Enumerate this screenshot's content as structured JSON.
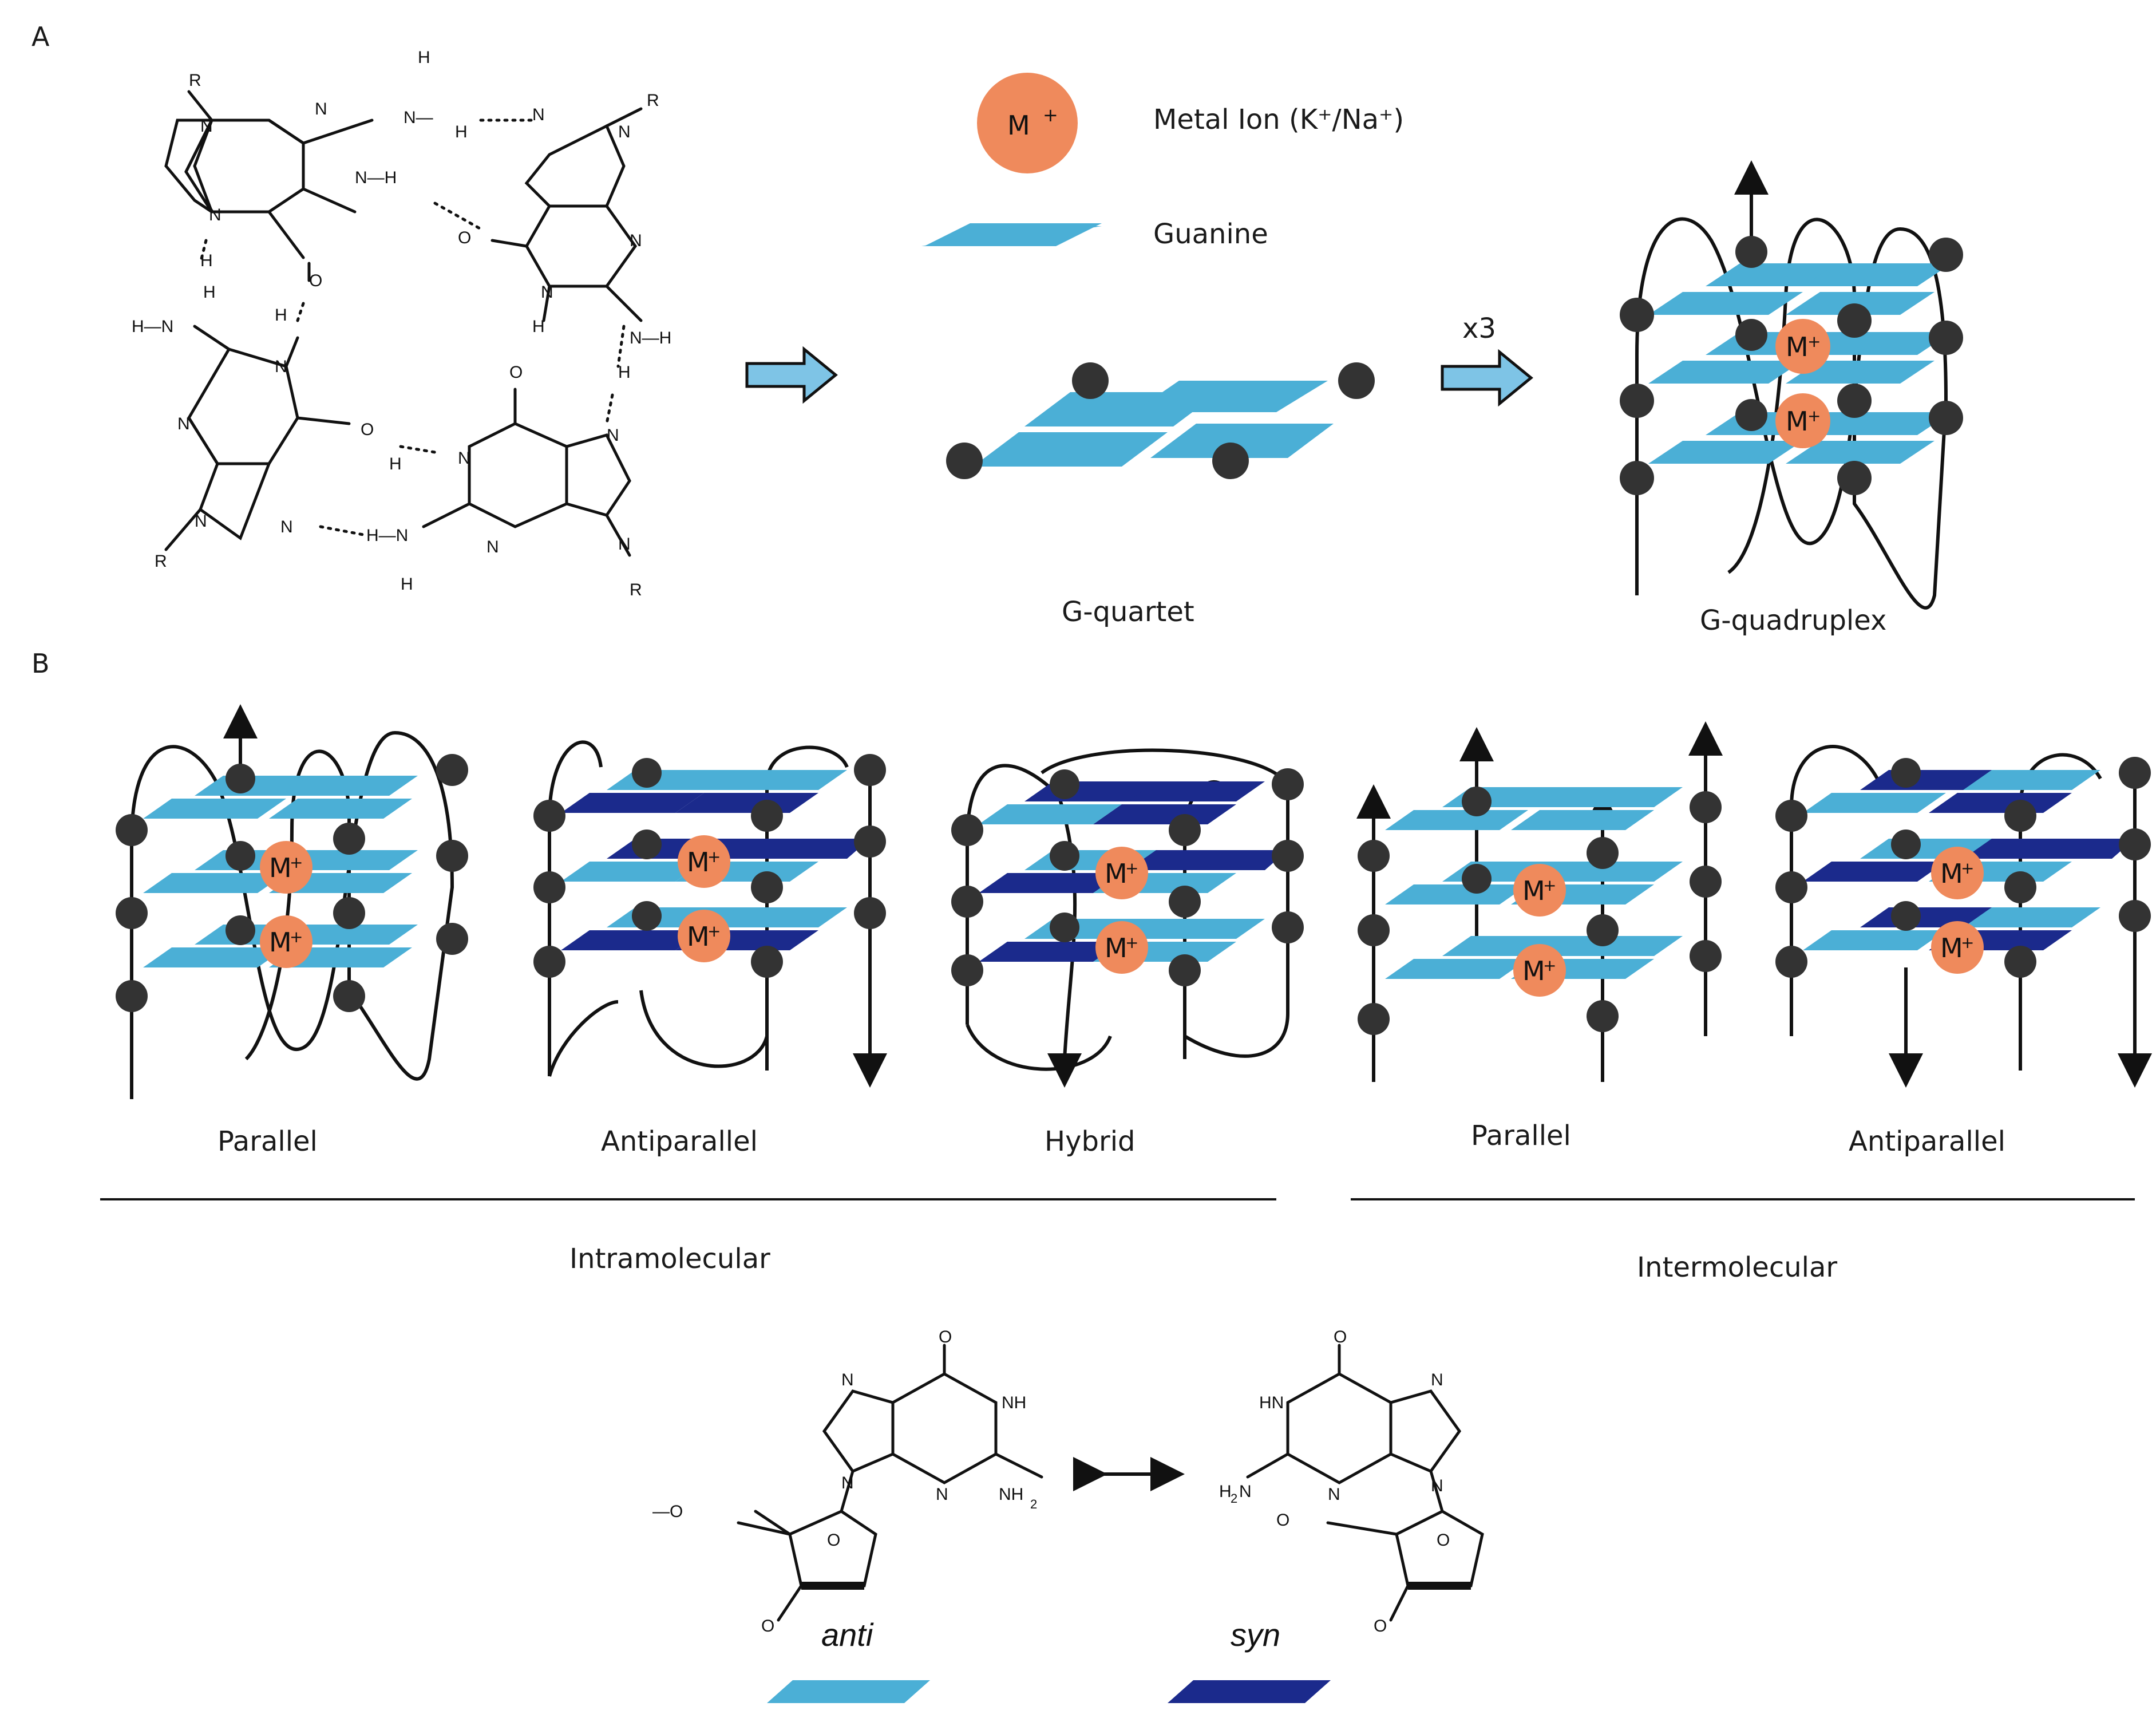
{
  "panels": {
    "a": "A",
    "b": "B"
  },
  "legend": {
    "ion_symbol": "M",
    "ion_charge": "+",
    "ion_label": "Metal Ion (K⁺/Na⁺)",
    "guanine_label": "Guanine"
  },
  "panel_a": {
    "quartet_label": "G-quartet",
    "multiplier": "x3",
    "quadruplex_label": "G-quadruplex"
  },
  "panel_b": {
    "topologies": [
      "Parallel",
      "Antiparallel",
      "Hybrid",
      "Parallel",
      "Antiparallel"
    ],
    "groups": [
      "Intramolecular",
      "Intermolecular"
    ]
  },
  "conformations": {
    "anti": "anti",
    "syn": "syn"
  },
  "colors": {
    "guanine_anti": "#4bafd6",
    "guanine_syn": "#1b2a8c",
    "metal_ion": "#ef8a5c",
    "node": "#333333"
  }
}
